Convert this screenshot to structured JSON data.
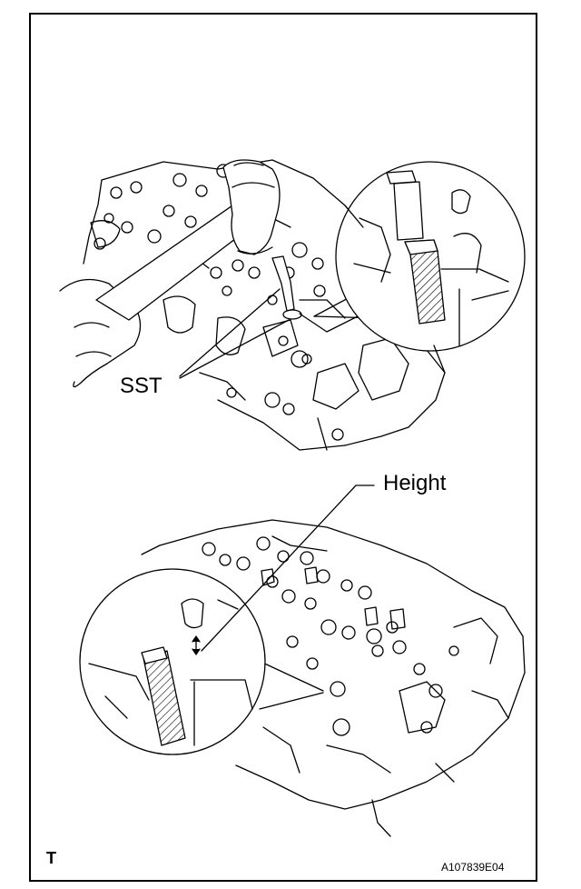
{
  "labels": {
    "sst": "SST",
    "height": "Height",
    "corner_mark": "T",
    "figure_id": "A107839E04"
  },
  "colors": {
    "line": "#000000",
    "background": "#ffffff"
  }
}
